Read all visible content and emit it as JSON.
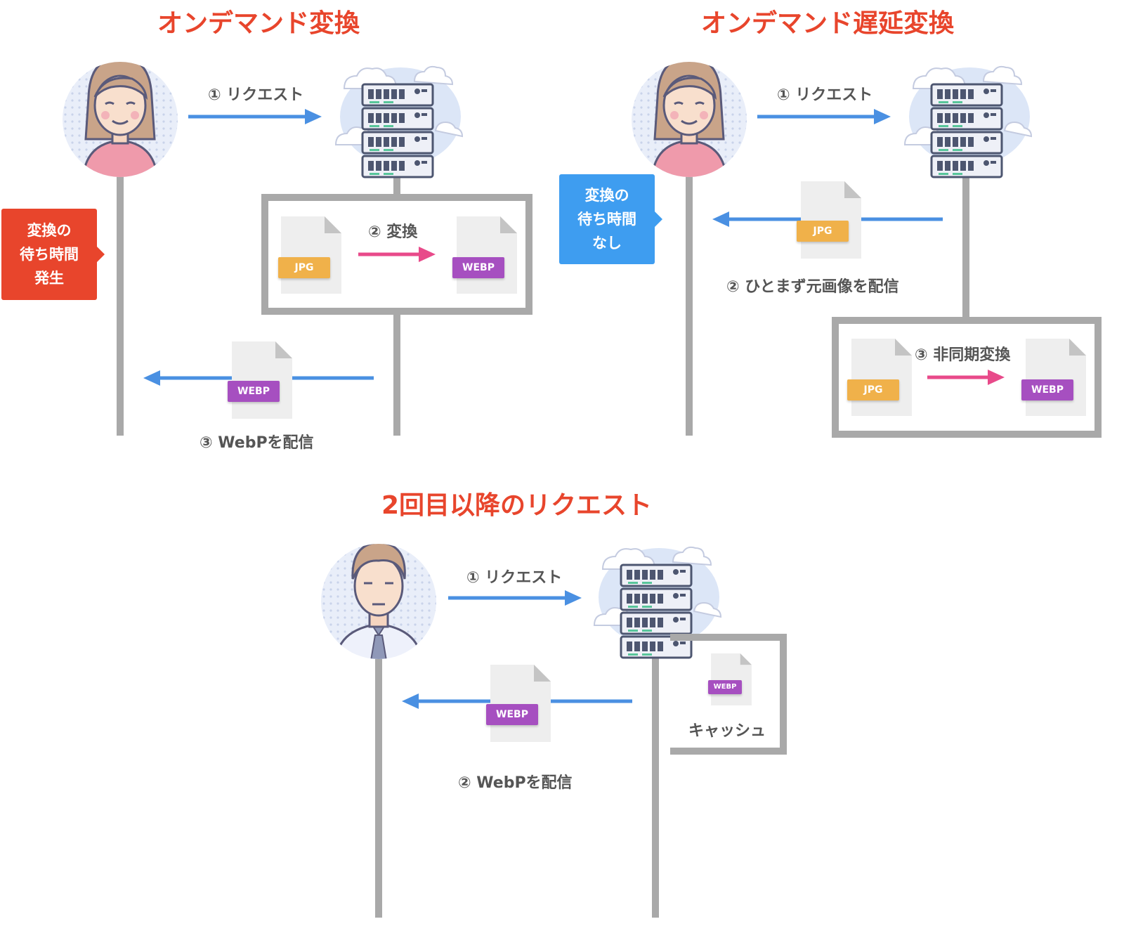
{
  "titles": {
    "on_demand": "オンデマンド変換",
    "lazy": "オンデマンド遅延変換",
    "second": "2回目以降のリクエスト"
  },
  "panel1": {
    "request": "① リクエスト",
    "convert": "② 変換",
    "deliver": "③ WebPを配信",
    "callout": [
      "変換の",
      "待ち時間",
      "発生"
    ]
  },
  "panel2": {
    "request": "① リクエスト",
    "deliver_original": "② ひとまず元画像を配信",
    "async_convert": "③ 非同期変換",
    "callout": [
      "変換の",
      "待ち時間",
      "なし"
    ]
  },
  "panel3": {
    "request": "① リクエスト",
    "deliver": "② WebPを配信",
    "cache": "キャッシュ"
  },
  "file_tags": {
    "jpg": "JPG",
    "webp": "WEBP"
  },
  "colors": {
    "title": "#e8452c",
    "request_arrow": "#4a90e2",
    "convert_arrow": "#e84a8a",
    "jpg": "#f0b14a",
    "webp": "#a64fc0",
    "pole": "#a9a9a9",
    "callout_red": "#e8452c",
    "callout_blue": "#3e9df0"
  }
}
